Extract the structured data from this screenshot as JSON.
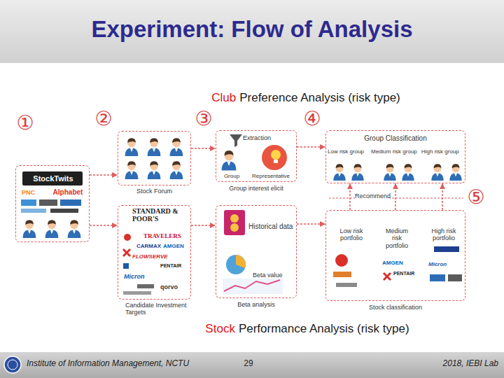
{
  "diagram": {
    "title": "Experiment: Flow of Analysis",
    "nodes": [
      {
        "text": [
          "StockTwits",
          "PNC",
          "Alphabet"
        ]
      },
      {
        "text": [
          "Stock Forum"
        ]
      },
      {
        "text": [
          "STANDARD & POOR'S",
          "TRAVELERS",
          "CARMAX",
          "AMGEN",
          "FLOWSERVE",
          "PENTAIR",
          "Micron",
          "qorvo",
          "Candidate Investment Targets"
        ]
      },
      {
        "text": [
          "Extraction",
          "Group",
          "Representative",
          "Group interest elicit"
        ]
      },
      {
        "text": [
          "Historical data",
          "Beta value",
          "Beta analysis"
        ]
      },
      {
        "text": [
          "Group Classification",
          "Low risk group",
          "Medium risk group",
          "High risk group"
        ]
      },
      {
        "text": [
          "Low risk portfolio",
          "Medium risk portfolio",
          "High risk portfolio",
          "AMGEN",
          "PENTAIR",
          "Micron",
          "Stock classification"
        ]
      }
    ],
    "edges": [
      {
        "from": 0,
        "to": 1,
        "arrow": "to"
      },
      {
        "from": 0,
        "to": 2,
        "arrow": "to"
      },
      {
        "from": 1,
        "to": 3,
        "arrow": "to"
      },
      {
        "from": 2,
        "to": 4,
        "arrow": "to"
      },
      {
        "from": 3,
        "to": 5,
        "arrow": "to"
      },
      {
        "from": 4,
        "to": 6,
        "arrow": "to"
      },
      {
        "from": 6,
        "to": 5,
        "label": "Recommend",
        "arrow": "to"
      }
    ],
    "labels": [
      "①",
      "②",
      "③",
      "④",
      "⑤",
      "Club",
      "Preference Analysis (risk type)",
      "Stock",
      "Performance Analysis (risk type)",
      "Institute of Information Management, NCTU",
      "29",
      "2018, IEBI Lab"
    ]
  }
}
